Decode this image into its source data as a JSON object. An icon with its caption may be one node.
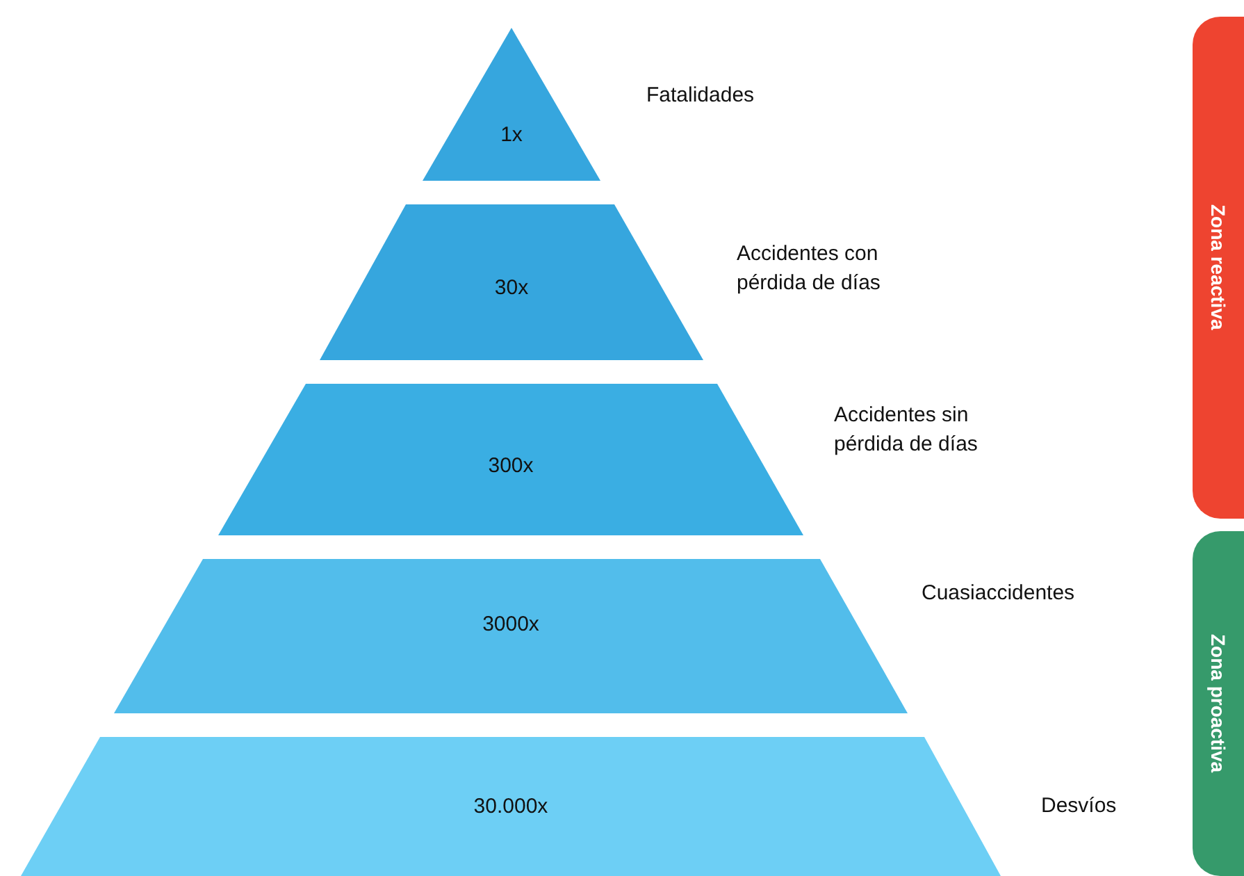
{
  "diagram": {
    "nodes": [
      {
        "text": [
          "1x"
        ],
        "beside": [
          "Fatalidades"
        ]
      },
      {
        "text": [
          "30x"
        ],
        "beside": [
          "Accidentes con pérdida de días"
        ]
      },
      {
        "text": [
          "300x"
        ],
        "beside": [
          "Accidentes sin pérdida de días"
        ]
      },
      {
        "text": [
          "3000x"
        ],
        "beside": [
          "Cuasiaccidentes"
        ]
      },
      {
        "text": [
          "30.000x"
        ],
        "beside": [
          "Desvíos"
        ]
      },
      {
        "text": [
          "Zona reactiva"
        ]
      },
      {
        "text": [
          "Zona proactiva"
        ]
      }
    ]
  }
}
